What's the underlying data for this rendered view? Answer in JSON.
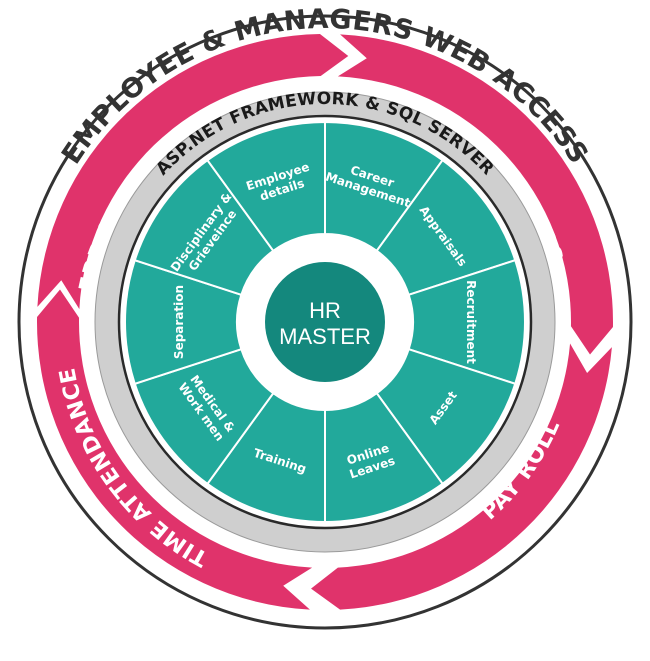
{
  "outer_title": "EMPLOYEE & MANAGERS WEB ACCESS",
  "ring_modules": [
    {
      "id": "erp",
      "label": "ERP (FINANCIALS)"
    },
    {
      "id": "mobile",
      "label": "MOBILE APPS"
    },
    {
      "id": "payroll",
      "label": "PAY ROLL"
    },
    {
      "id": "attendance",
      "label": "TIME ATTENDANCE"
    }
  ],
  "framework_label": "ASP.NET FRAMEWORK & SQL SERVER",
  "hub": {
    "line1": "HR",
    "line2": "MASTER"
  },
  "segments": [
    {
      "id": "career",
      "lines": [
        "Career",
        "Management"
      ]
    },
    {
      "id": "appraisals",
      "lines": [
        "Appraisals"
      ]
    },
    {
      "id": "recruitment",
      "lines": [
        "Recruitment"
      ]
    },
    {
      "id": "asset",
      "lines": [
        "Asset"
      ]
    },
    {
      "id": "online-leaves",
      "lines": [
        "Online",
        "Leaves"
      ]
    },
    {
      "id": "training",
      "lines": [
        "Training"
      ]
    },
    {
      "id": "medical",
      "lines": [
        "Medical &",
        "Work men"
      ]
    },
    {
      "id": "separation",
      "lines": [
        "Separation"
      ]
    },
    {
      "id": "disciplinary",
      "lines": [
        "Disciplinary &",
        "Grieveince"
      ]
    },
    {
      "id": "employee-details",
      "lines": [
        "Employee",
        "details"
      ]
    }
  ],
  "colors": {
    "ring": "#e0336b",
    "segment": "#22a99b",
    "hub": "#14887d",
    "frame": "#cfcfcf",
    "dark": "#333333"
  }
}
